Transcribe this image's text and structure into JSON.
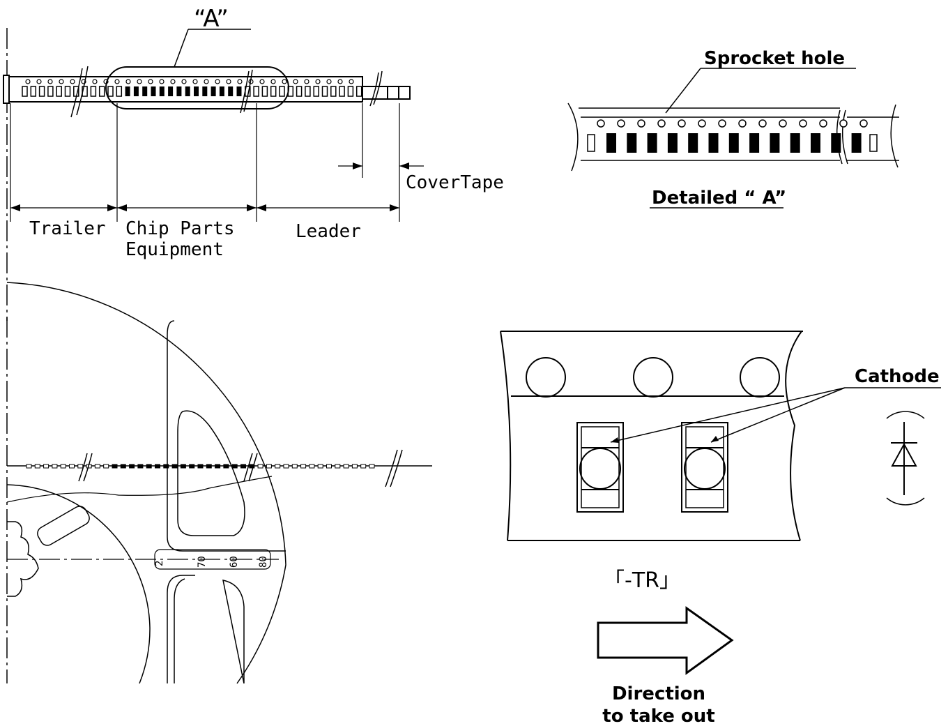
{
  "tape": {
    "callout": "“A”",
    "trailer": "Trailer",
    "chip_parts_1": "Chip Parts",
    "chip_parts_2": "Equipment",
    "leader": "Leader",
    "cover_tape": "CoverTape"
  },
  "detail": {
    "sprocket": "Sprocket hole",
    "title": "Detailed “ A”"
  },
  "reel": {
    "dims": [
      "2",
      "70",
      "60",
      "80"
    ]
  },
  "pocket": {
    "cathode": "Cathode",
    "mode": "「-TR」",
    "direction_1": "Direction",
    "direction_2": "to take out"
  }
}
